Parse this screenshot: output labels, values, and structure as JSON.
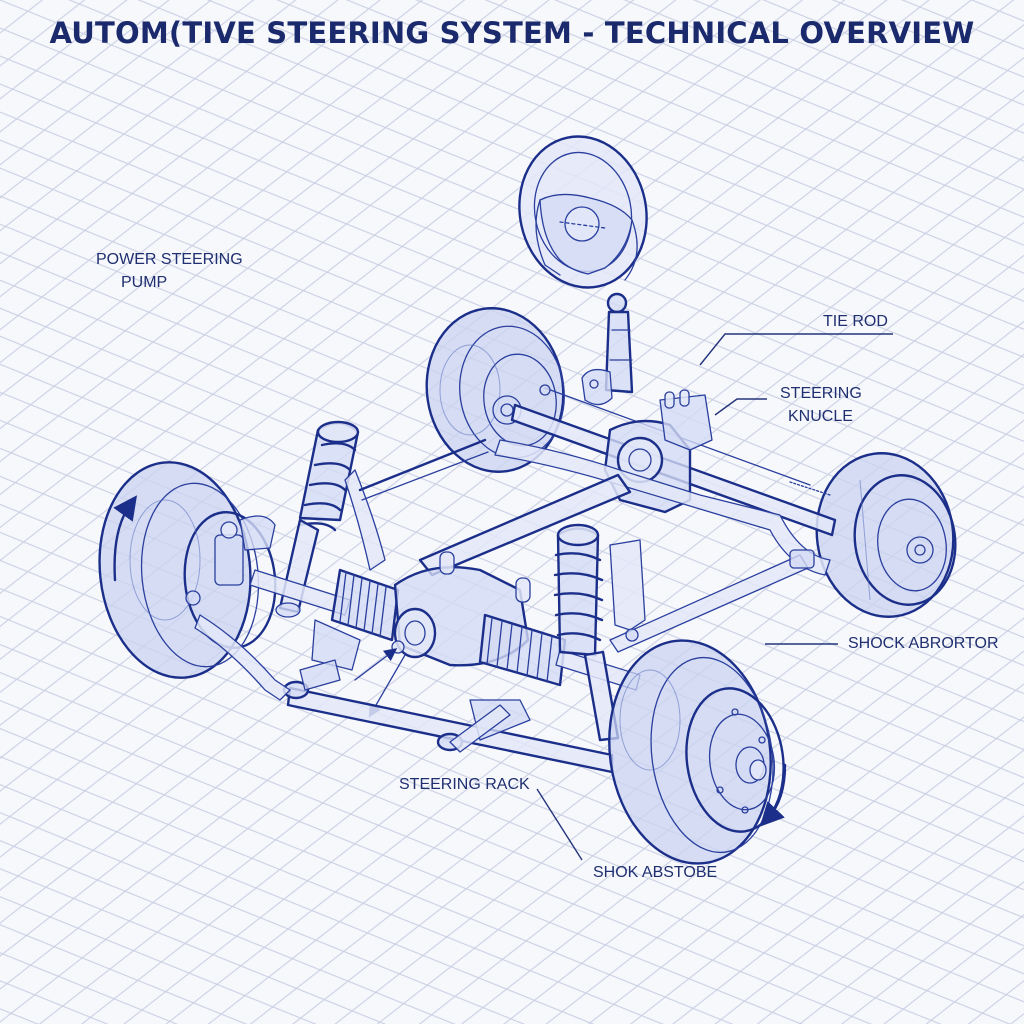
{
  "diagram": {
    "title": "AUTOM(TIVE STEERING SYSTEM - TECHNICAL OVERVIEW",
    "style": "blueprint isometric line drawing",
    "colors": {
      "ink": "#1b2f8a",
      "title": "#1a2a6c",
      "grid": "#c9cfe3",
      "background": "#f7f8fc",
      "shading": "#c9d3f0"
    },
    "labels": {
      "power_steering_pump_line1": "POWER STEERING",
      "power_steering_pump_line2": "PUMP",
      "tie_rod": "TIE ROD",
      "steering_knuckle_line1": "STEERING",
      "steering_knuckle_line2": "KNUCLE",
      "shock_absorber": "SHOCK ABRORTOR",
      "steering_rack": "STEERING RACK",
      "shock_absorber_2": "SHOK ABSTOBE"
    },
    "components": [
      "steering-wheel",
      "steering-column",
      "steering-gearbox",
      "steering-rack",
      "rack-boots",
      "tie-rods",
      "coil-spring-shock-absorbers",
      "control-arms",
      "front-left-wheel",
      "front-right-wheel",
      "rear-left-wheel",
      "rear-right-wheel",
      "subframe"
    ],
    "motion_indicators": [
      "wheel-rotation-arrow-left",
      "wheel-rotation-arrow-right",
      "rack-travel-arrow"
    ]
  }
}
